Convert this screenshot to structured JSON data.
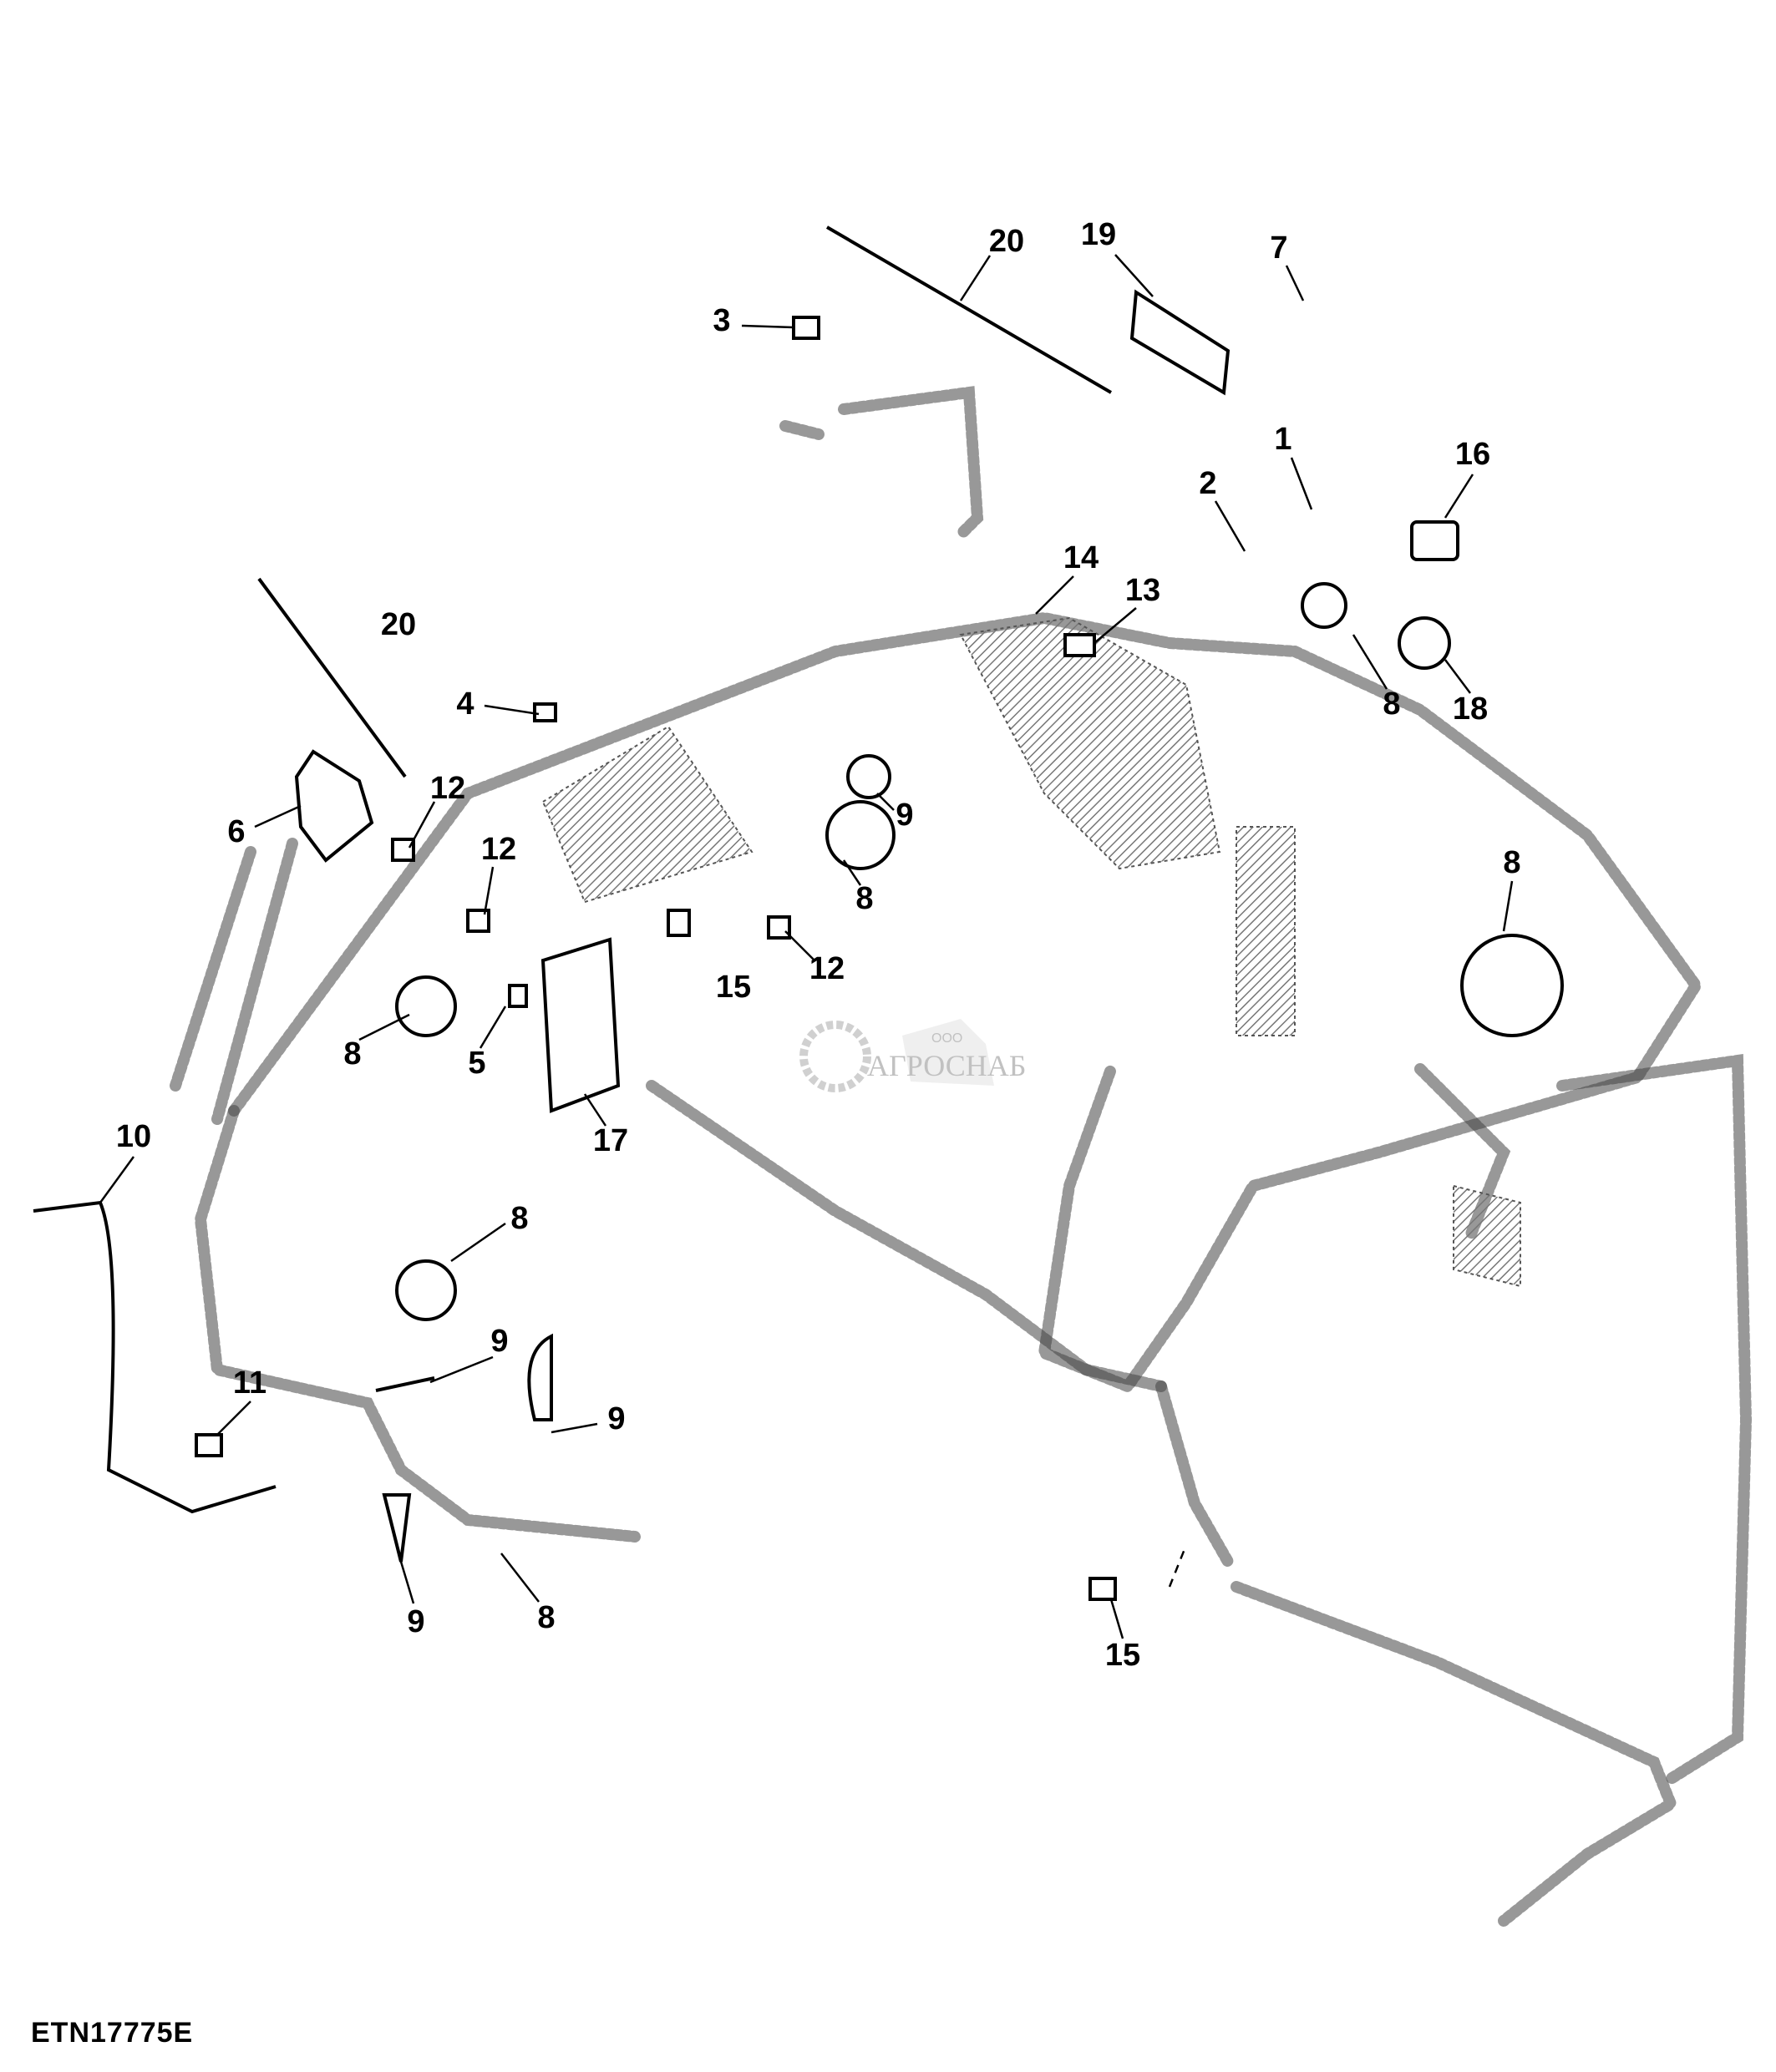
{
  "figure_id": "ETN17775E",
  "watermark": {
    "prefix": "ООО",
    "name": "АГРОСНАБ"
  },
  "callouts": [
    "20",
    "19",
    "7",
    "3",
    "1",
    "16",
    "2",
    "14",
    "13",
    "20",
    "8",
    "18",
    "4",
    "12",
    "9",
    "6",
    "12",
    "8",
    "8",
    "12",
    "15",
    "8",
    "5",
    "17",
    "10",
    "8",
    "9",
    "11",
    "9",
    "9",
    "8",
    "15"
  ]
}
